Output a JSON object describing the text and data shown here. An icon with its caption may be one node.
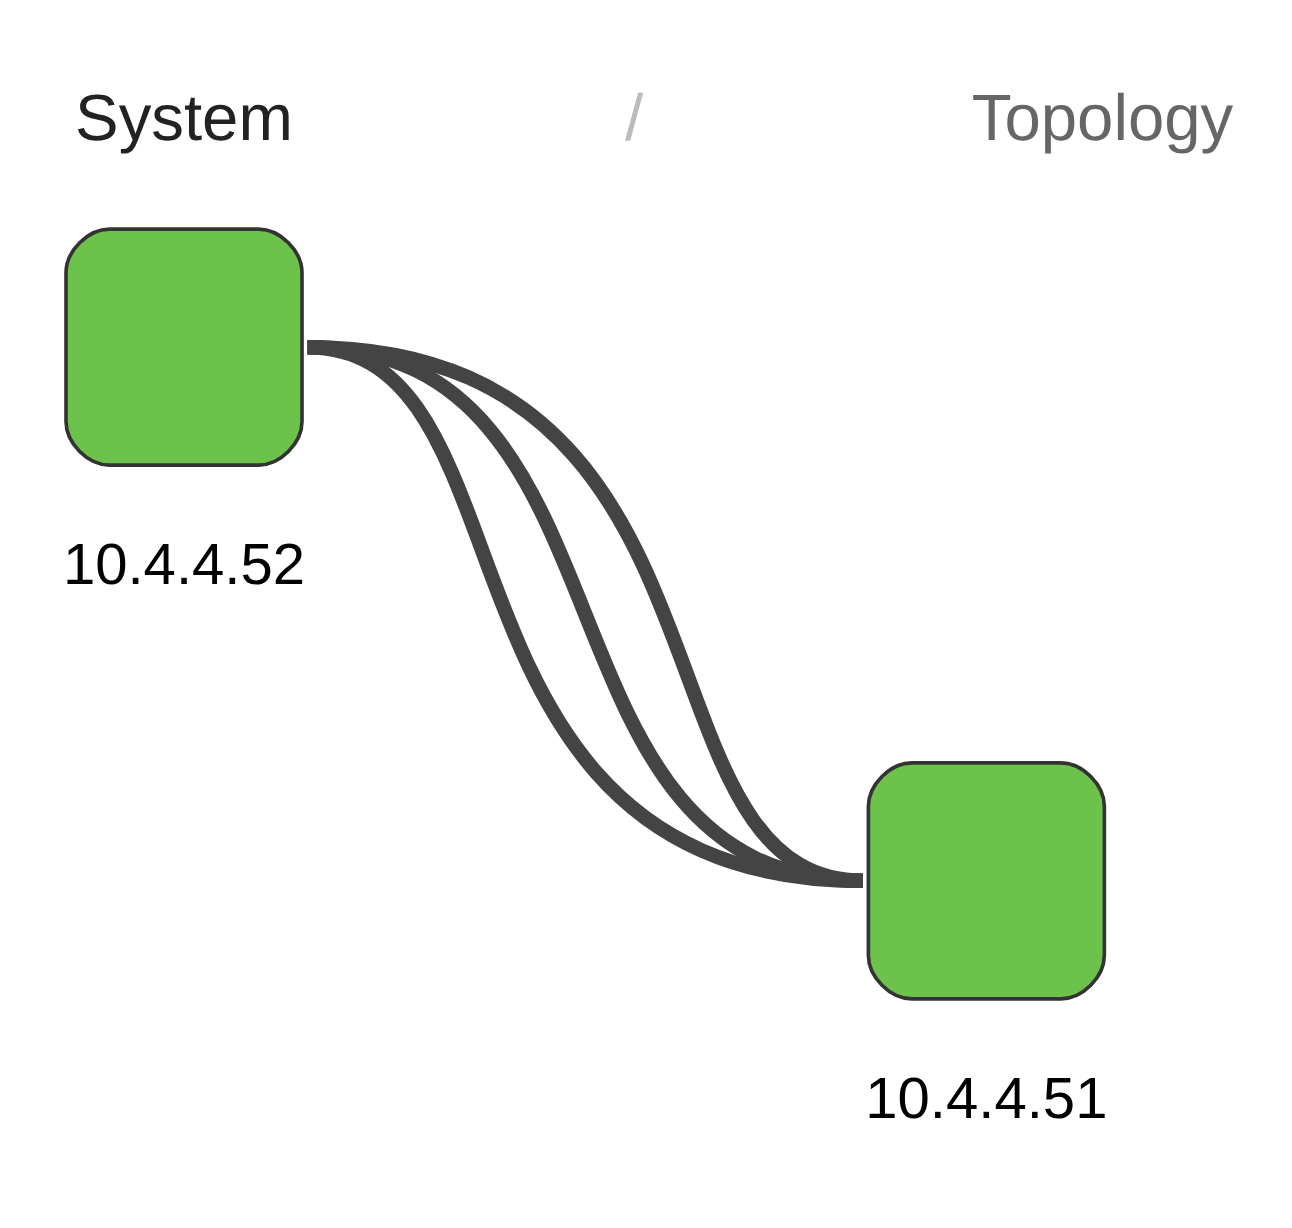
{
  "diagram": {
    "nodes": [
      {
        "text": [],
        "shape": "box",
        "beside": [
          "10.4.4.52"
        ]
      },
      {
        "text": [],
        "shape": "box",
        "beside": [
          "10.4.4.51"
        ]
      }
    ],
    "edges": [
      {
        "from": 0,
        "to": 1,
        "arrow": "none"
      },
      {
        "from": 0,
        "to": 1,
        "arrow": "none"
      },
      {
        "from": 0,
        "to": 1,
        "arrow": "none"
      }
    ],
    "labels": [
      "System",
      "/",
      "Topology"
    ]
  }
}
